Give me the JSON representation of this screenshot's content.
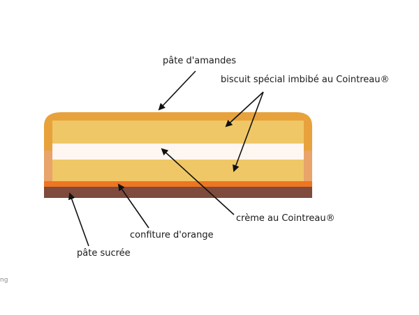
{
  "labels": {
    "almond_paste": "pâte d'amandes",
    "biscuit": "biscuit spécial imbibé au Cointreau®",
    "cream": "crème au Cointreau®",
    "orange_jam": "confiture d'orange",
    "sweet_pastry": "pâte sucrée"
  },
  "stray_text": "ng",
  "colors": {
    "almond_paste_top": "#E8A23C",
    "almond_paste_side": "#E8A46A",
    "biscuit": "#EFC766",
    "cream": "#FEF6F0",
    "orange_jam": "#EE7522",
    "sweet_pastry": "#7E4B3C",
    "arrow": "#111111"
  }
}
